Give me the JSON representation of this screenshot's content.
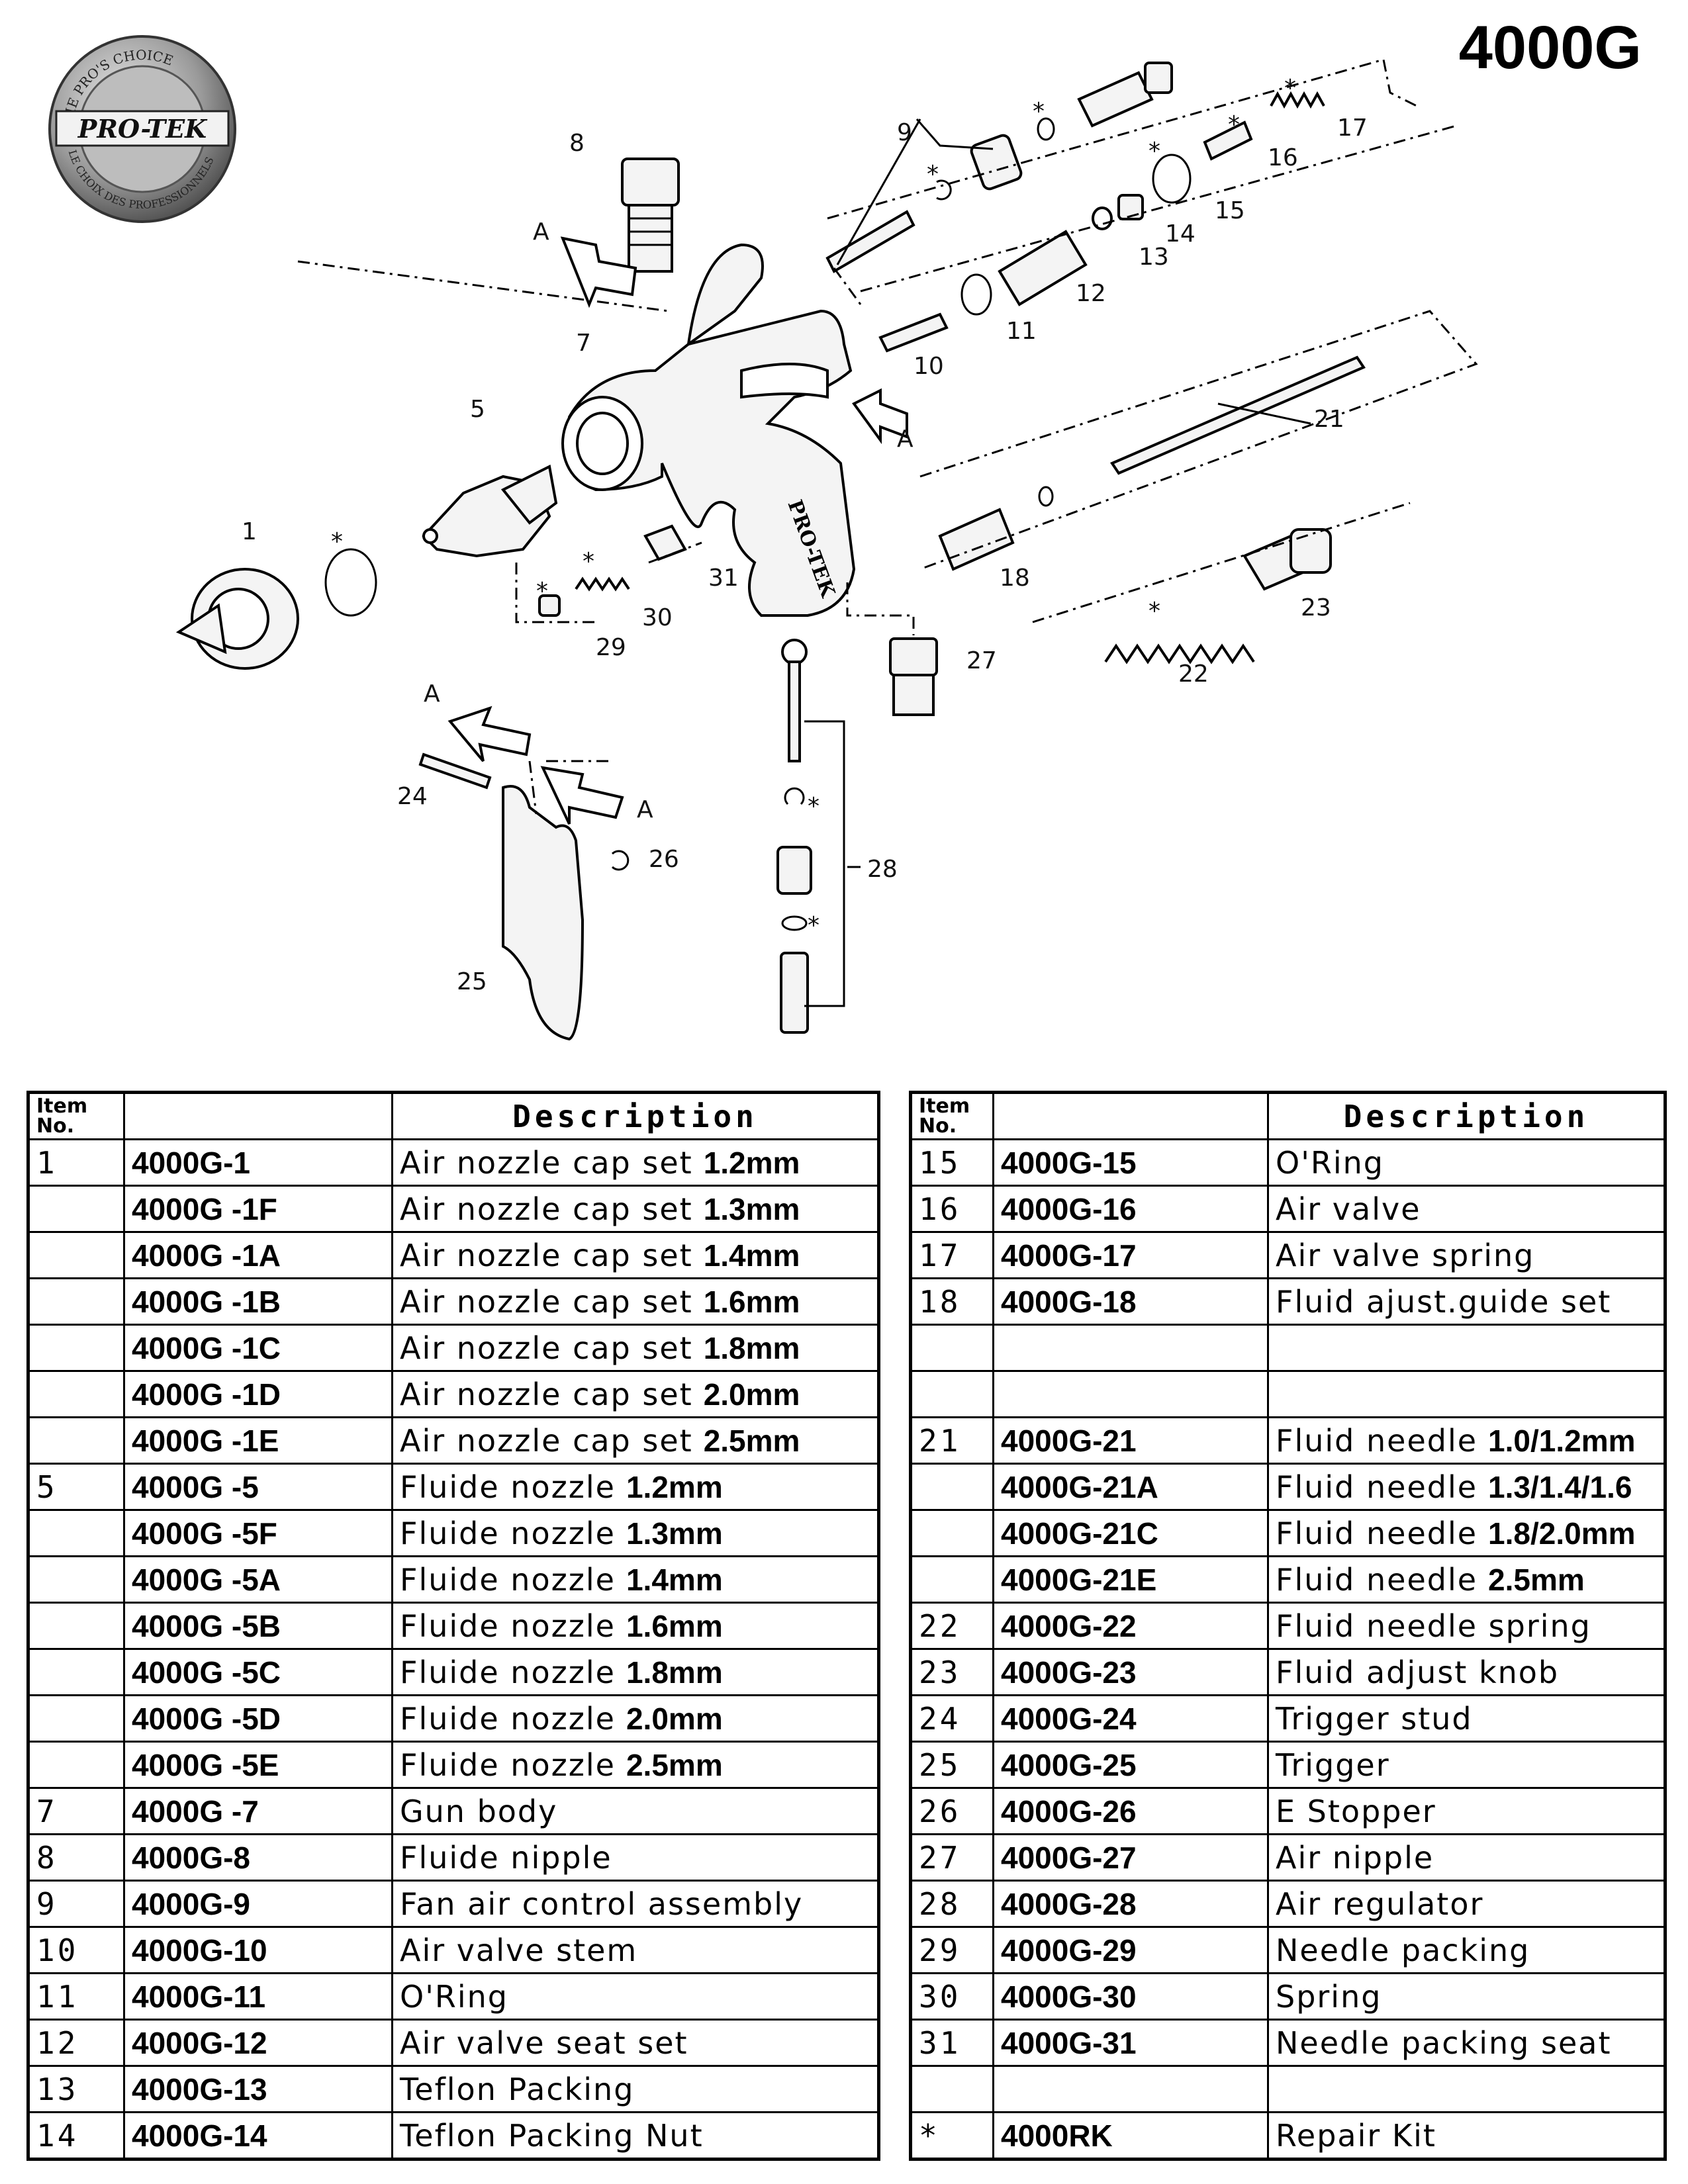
{
  "logo": {
    "arc_top": "THE PRO'S CHOICE",
    "brand": "PRO-TEK",
    "arc_bottom": "LE CHOIX DES PROFESSIONNELS"
  },
  "model": "4000G",
  "diagram": {
    "section_letter": "A",
    "asterisk": "*",
    "gun_body_text": "PRO-TEK",
    "callouts": [
      "1",
      "5",
      "7",
      "8",
      "9",
      "10",
      "11",
      "12",
      "13",
      "14",
      "15",
      "16",
      "17",
      "18",
      "21",
      "22",
      "23",
      "24",
      "25",
      "26",
      "27",
      "28",
      "29",
      "30",
      "31"
    ]
  },
  "table_headers": {
    "item_no_1": "Item",
    "item_no_2": "No.",
    "description": "Description"
  },
  "left_rows": [
    {
      "no": "1",
      "pn": "4000G-1",
      "desc": "Air nozzle cap set",
      "size": "1.2mm"
    },
    {
      "no": "",
      "pn": "4000G -1F",
      "desc": "Air nozzle cap set",
      "size": "1.3mm"
    },
    {
      "no": "",
      "pn": "4000G -1A",
      "desc": "Air nozzle cap set",
      "size": "1.4mm"
    },
    {
      "no": "",
      "pn": "4000G -1B",
      "desc": "Air nozzle cap set",
      "size": "1.6mm"
    },
    {
      "no": "",
      "pn": "4000G -1C",
      "desc": "Air nozzle cap set",
      "size": "1.8mm"
    },
    {
      "no": "",
      "pn": "4000G -1D",
      "desc": "Air nozzle cap set",
      "size": "2.0mm"
    },
    {
      "no": "",
      "pn": "4000G -1E",
      "desc": "Air nozzle cap set",
      "size": "2.5mm"
    },
    {
      "no": "5",
      "pn": "4000G -5",
      "desc": "Fluide nozzle",
      "size": "1.2mm"
    },
    {
      "no": "",
      "pn": "4000G -5F",
      "desc": "Fluide nozzle",
      "size": "1.3mm"
    },
    {
      "no": "",
      "pn": "4000G -5A",
      "desc": "Fluide nozzle",
      "size": "1.4mm"
    },
    {
      "no": "",
      "pn": "4000G -5B",
      "desc": "Fluide nozzle",
      "size": "1.6mm"
    },
    {
      "no": "",
      "pn": "4000G -5C",
      "desc": "Fluide nozzle",
      "size": "1.8mm"
    },
    {
      "no": "",
      "pn": "4000G -5D",
      "desc": "Fluide nozzle",
      "size": "2.0mm"
    },
    {
      "no": "",
      "pn": "4000G -5E",
      "desc": "Fluide nozzle",
      "size": "2.5mm"
    },
    {
      "no": "7",
      "pn": "4000G -7",
      "desc": "Gun body",
      "size": ""
    },
    {
      "no": "8",
      "pn": "4000G-8",
      "desc": "Fluide nipple",
      "size": ""
    },
    {
      "no": "9",
      "pn": "4000G-9",
      "desc": "Fan air control assembly",
      "size": ""
    },
    {
      "no": "10",
      "pn": "4000G-10",
      "desc": "Air valve stem",
      "size": ""
    },
    {
      "no": "11",
      "pn": "4000G-11",
      "desc": "O'Ring",
      "size": ""
    },
    {
      "no": "12",
      "pn": "4000G-12",
      "desc": "Air valve seat set",
      "size": ""
    },
    {
      "no": "13",
      "pn": "4000G-13",
      "desc": "Teflon Packing",
      "size": ""
    },
    {
      "no": "14",
      "pn": "4000G-14",
      "desc": "Teflon Packing Nut",
      "size": ""
    }
  ],
  "right_rows": [
    {
      "no": "15",
      "pn": "4000G-15",
      "desc": "O'Ring",
      "size": ""
    },
    {
      "no": "16",
      "pn": "4000G-16",
      "desc": "Air valve",
      "size": ""
    },
    {
      "no": "17",
      "pn": "4000G-17",
      "desc": "Air valve spring",
      "size": ""
    },
    {
      "no": "18",
      "pn": "4000G-18",
      "desc": "Fluid ajust.guide set",
      "size": ""
    },
    {
      "no": "",
      "pn": "",
      "desc": "",
      "size": ""
    },
    {
      "no": "",
      "pn": "",
      "desc": "",
      "size": ""
    },
    {
      "no": "21",
      "pn": "4000G-21",
      "desc": "Fluid needle",
      "size": "1.0/1.2mm"
    },
    {
      "no": "",
      "pn": "4000G-21A",
      "desc": "Fluid needle",
      "size": "1.3/1.4/1.6"
    },
    {
      "no": "",
      "pn": "4000G-21C",
      "desc": "Fluid needle",
      "size": "1.8/2.0mm"
    },
    {
      "no": "",
      "pn": "4000G-21E",
      "desc": "Fluid needle",
      "size": "2.5mm"
    },
    {
      "no": "22",
      "pn": "4000G-22",
      "desc": "Fluid needle spring",
      "size": ""
    },
    {
      "no": "23",
      "pn": "4000G-23",
      "desc": "Fluid adjust knob",
      "size": ""
    },
    {
      "no": "24",
      "pn": "4000G-24",
      "desc": "Trigger stud",
      "size": ""
    },
    {
      "no": "25",
      "pn": "4000G-25",
      "desc": "Trigger",
      "size": ""
    },
    {
      "no": "26",
      "pn": "4000G-26",
      "desc": "E Stopper",
      "size": ""
    },
    {
      "no": "27",
      "pn": "4000G-27",
      "desc": "Air nipple",
      "size": ""
    },
    {
      "no": "28",
      "pn": "4000G-28",
      "desc": "Air regulator",
      "size": ""
    },
    {
      "no": "29",
      "pn": "4000G-29",
      "desc": "Needle packing",
      "size": ""
    },
    {
      "no": "30",
      "pn": "4000G-30",
      "desc": "Spring",
      "size": ""
    },
    {
      "no": "31",
      "pn": "4000G-31",
      "desc": "Needle packing seat",
      "size": ""
    },
    {
      "no": "",
      "pn": "",
      "desc": "",
      "size": ""
    },
    {
      "no": "*",
      "pn": "4000RK",
      "desc": "Repair Kit",
      "size": ""
    }
  ]
}
